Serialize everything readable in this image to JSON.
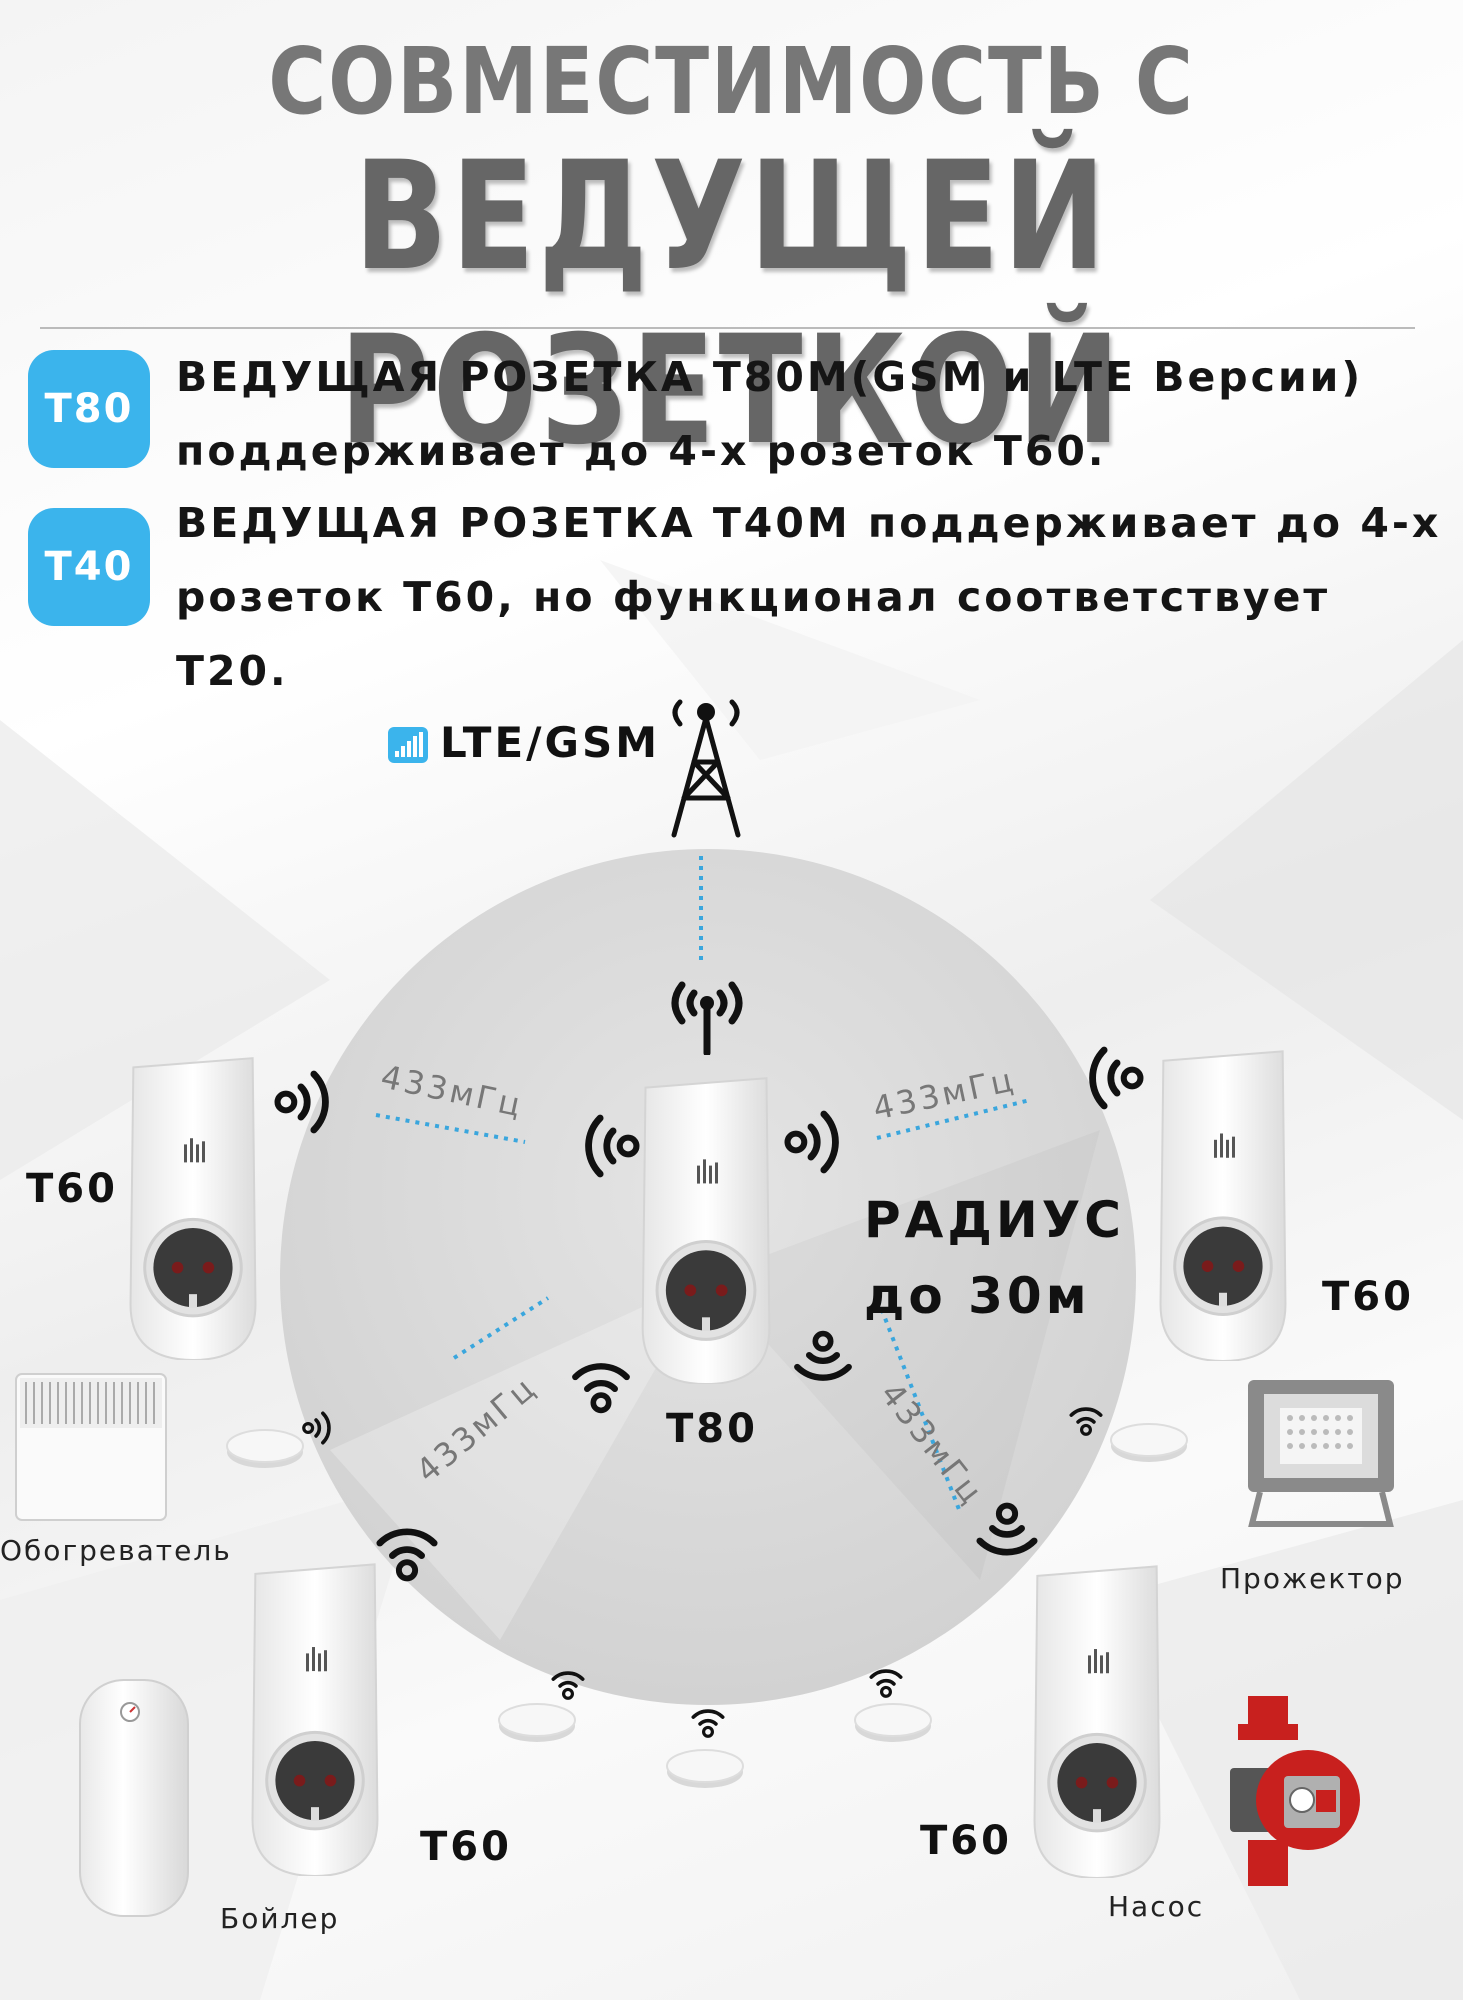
{
  "header": {
    "line1": "СОВМЕСТИМОСТЬ С",
    "line2": "ВЕДУЩЕЙ РОЗЕТКОЙ"
  },
  "features": [
    {
      "badge": "T80",
      "line1": "ВЕДУЩАЯ РОЗЕТКА Т80М(GSM и LTE Версии)",
      "line2": "поддерживает до 4-х розеток Т60."
    },
    {
      "badge": "T40",
      "line1": "ВЕДУЩАЯ РОЗЕТКА Т40М поддерживает до 4-х",
      "line2": "розеток Т60, но функционал соответствует",
      "line3": "Т20."
    }
  ],
  "network": {
    "label": "LTE/GSM"
  },
  "diagram": {
    "frequency": "433мГц",
    "radius_line1": "РАДИУС",
    "radius_line2": "до 30м",
    "master_label": "Т80",
    "slave_label": "Т60"
  },
  "devices": {
    "heater": "Обогреватель",
    "projector": "Прожектор",
    "boiler": "Бойлер",
    "pump": "Насос"
  },
  "colors": {
    "accent": "#3bb4ec",
    "title": "#6b6b6b",
    "circle": "#dcdcdc",
    "dotted_link": "#3aa6dd",
    "pump_red": "#c8201e"
  },
  "icons": [
    "signal-bars-icon",
    "cell-tower-icon",
    "antenna-icon",
    "wifi-wave-icon",
    "socket-icon",
    "sensor-puck-icon"
  ]
}
